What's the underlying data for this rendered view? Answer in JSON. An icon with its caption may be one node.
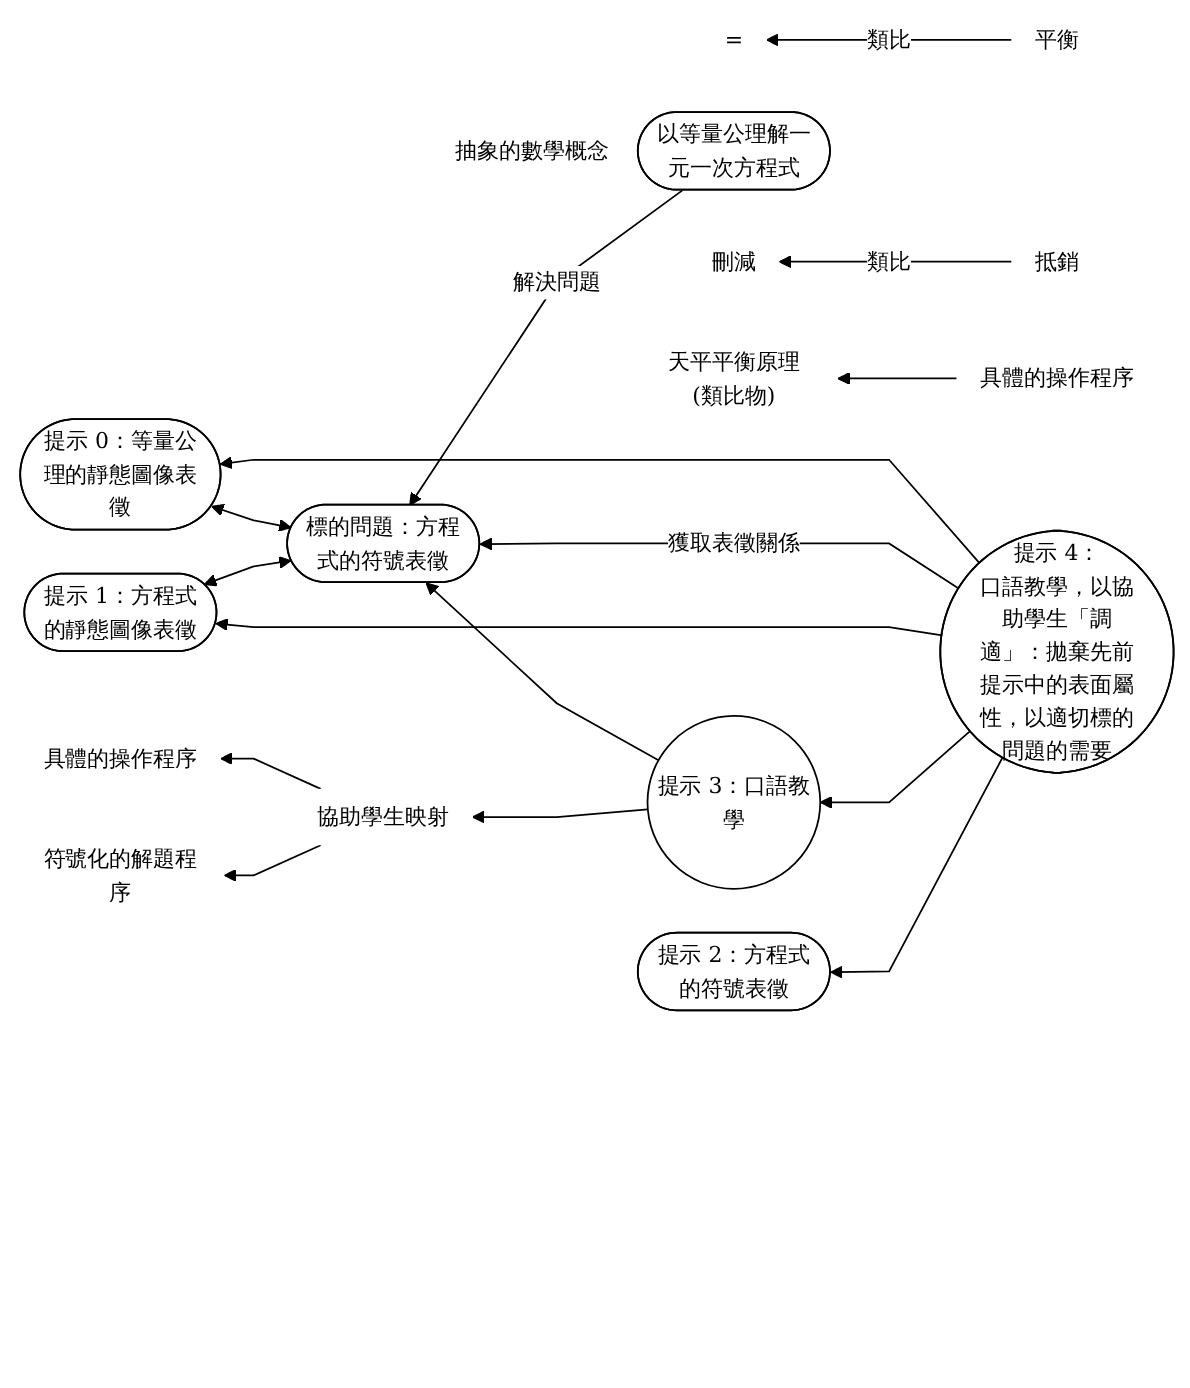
{
  "diagram": {
    "nodes": [
      {
        "text": [
          "="
        ]
      },
      {
        "text": [
          "以等量公理解一元一次方程式"
        ],
        "beside": [
          "抽象的數學概念"
        ]
      },
      {
        "text": [
          "刪減"
        ]
      },
      {
        "text": [
          "平衡"
        ]
      },
      {
        "text": [
          "抵銷"
        ]
      },
      {
        "text": [
          "提示 0：等量公理的靜態圖像表徵"
        ]
      },
      {
        "text": [
          "標的問題：方程式的符號表徵"
        ]
      },
      {
        "text": [
          "天平平衡原理(類比物)"
        ]
      },
      {
        "text": [
          "具體的操作程序"
        ]
      },
      {
        "text": [
          "提示 1：方程式的靜態圖像表徵"
        ]
      },
      {
        "text": [
          "提示 4：",
          "口語教學，以協助學生「調適」：拋棄先前提示中的表面屬性，以適切標的問題的需要"
        ]
      },
      {
        "text": [
          "具體的操作程序"
        ]
      },
      {
        "text": [
          "提示 3：口語教學"
        ]
      },
      {
        "text": [
          "協助學生映射"
        ]
      },
      {
        "text": [
          "符號化的解題程序"
        ]
      },
      {
        "text": [
          "提示 2：方程式的符號表徵"
        ]
      }
    ],
    "edges": [
      {
        "from": 3,
        "to": 0,
        "arrow": "to",
        "label": "類比"
      },
      {
        "from": 4,
        "to": 2,
        "arrow": "to",
        "label": "類比"
      },
      {
        "from": 1,
        "to": 6,
        "arrow": "to",
        "label": "解決問題"
      },
      {
        "from": 6,
        "to": 5,
        "arrow": "both"
      },
      {
        "from": 6,
        "to": 9,
        "arrow": "both"
      },
      {
        "from": 10,
        "to": 5,
        "arrow": "to"
      },
      {
        "from": 8,
        "to": 7,
        "arrow": "to"
      },
      {
        "from": 10,
        "to": 6,
        "arrow": "to",
        "label": "獲取表徵關係"
      },
      {
        "from": 12,
        "to": 6,
        "arrow": "to"
      },
      {
        "from": 10,
        "to": 9,
        "arrow": "to"
      },
      {
        "from": 10,
        "to": 12,
        "arrow": "to"
      },
      {
        "from": 12,
        "to": 13,
        "arrow": "to"
      },
      {
        "from": 13,
        "to": 11,
        "arrow": "to"
      },
      {
        "from": 13,
        "to": 14,
        "arrow": "to"
      },
      {
        "from": 10,
        "to": 15,
        "arrow": "to"
      }
    ]
  }
}
